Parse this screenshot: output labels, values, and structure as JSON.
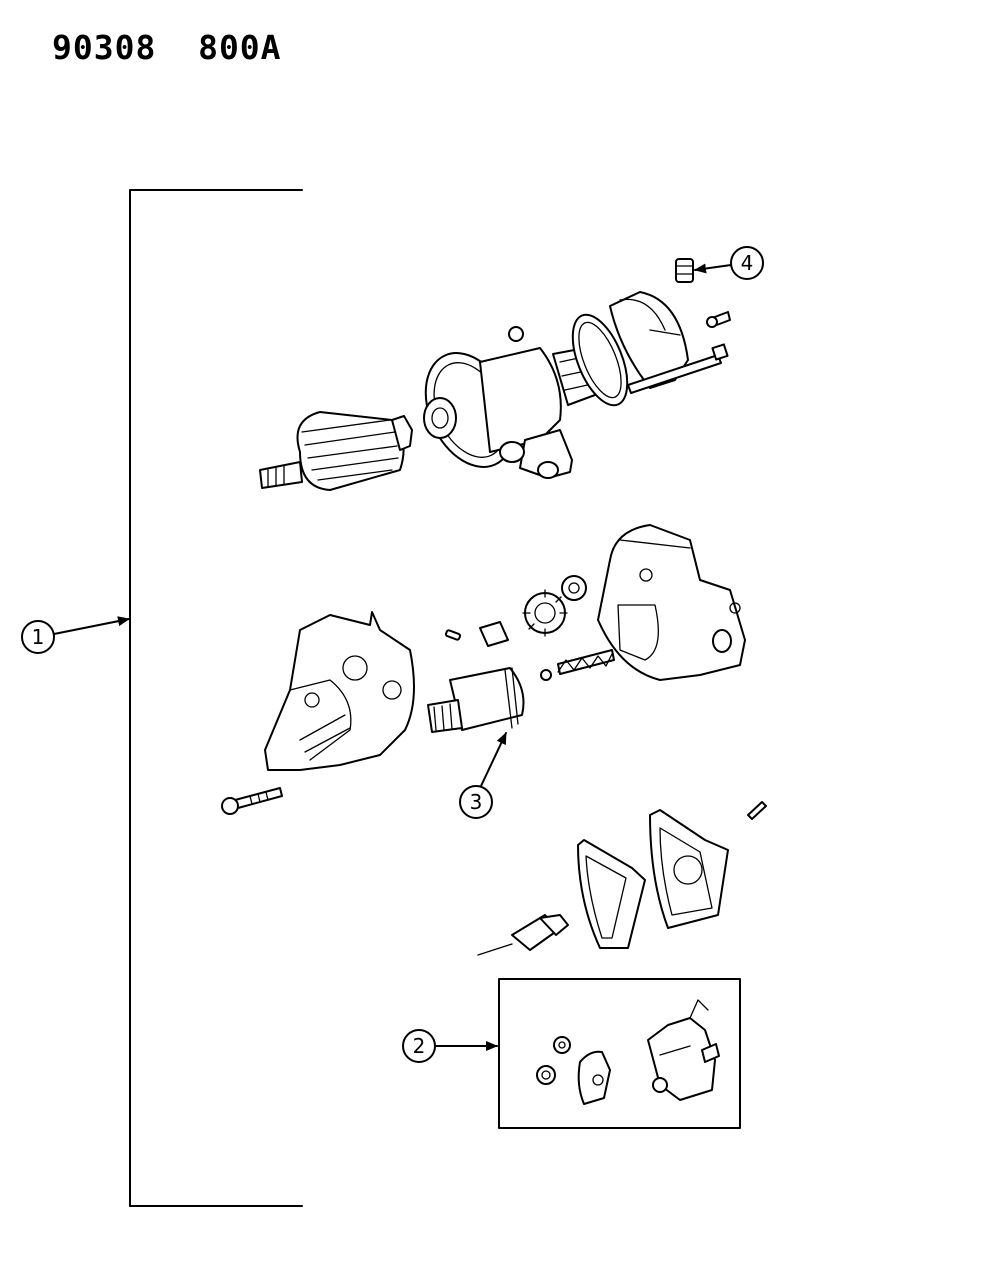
{
  "header": {
    "diagram_id": "90308  800A"
  },
  "callouts": [
    {
      "id": "1"
    },
    {
      "id": "2"
    },
    {
      "id": "3"
    },
    {
      "id": "4"
    }
  ]
}
